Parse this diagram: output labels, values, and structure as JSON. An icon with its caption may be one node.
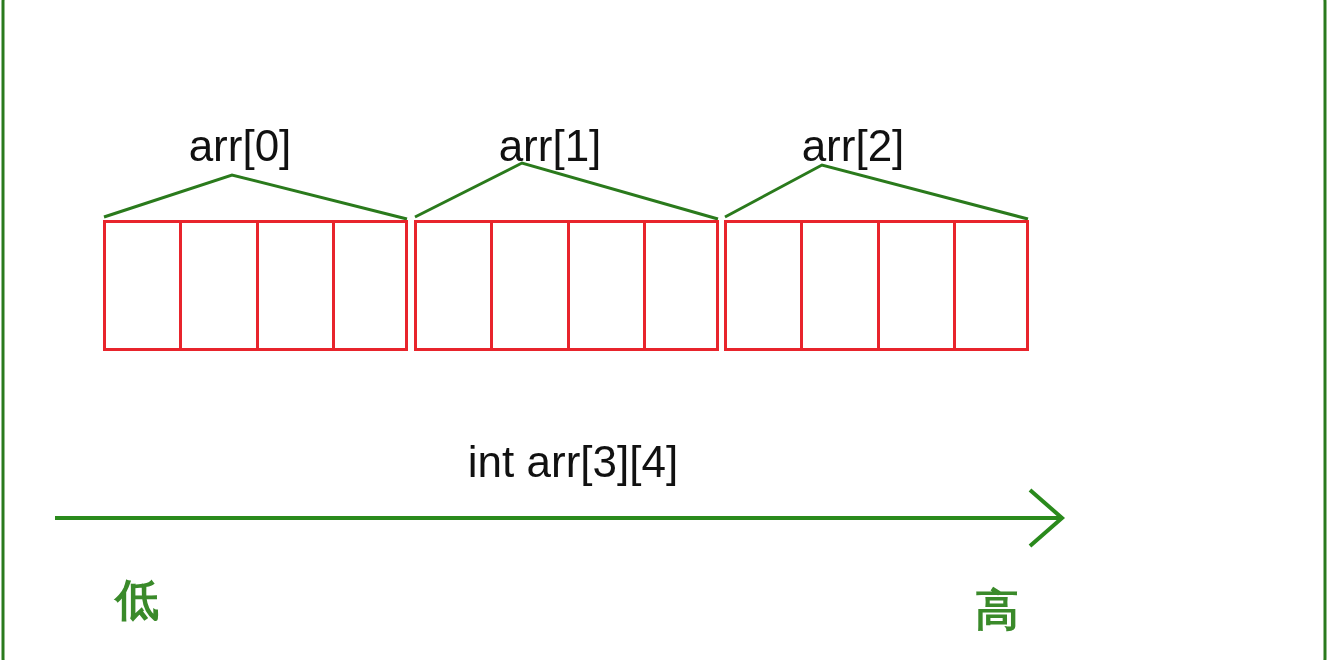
{
  "diagram": {
    "nodes": [
      {
        "text": [
          "arr[0]"
        ]
      },
      {
        "text": [
          "arr[1]"
        ]
      },
      {
        "text": [
          "arr[2]"
        ]
      },
      {
        "text": [],
        "shape": "box",
        "in": 0
      },
      {
        "text": [],
        "shape": "box",
        "in": 0
      },
      {
        "text": [],
        "shape": "box",
        "in": 0
      },
      {
        "text": [],
        "shape": "box",
        "in": 0
      },
      {
        "text": [],
        "shape": "box",
        "in": 1
      },
      {
        "text": [],
        "shape": "box",
        "in": 1
      },
      {
        "text": [],
        "shape": "box",
        "in": 1
      },
      {
        "text": [],
        "shape": "box",
        "in": 1
      },
      {
        "text": [],
        "shape": "box",
        "in": 2
      },
      {
        "text": [],
        "shape": "box",
        "in": 2
      },
      {
        "text": [],
        "shape": "box",
        "in": 2
      },
      {
        "text": [],
        "shape": "box",
        "in": 2
      }
    ],
    "labels": [
      "int arr[3][4]",
      "低",
      "高"
    ]
  }
}
